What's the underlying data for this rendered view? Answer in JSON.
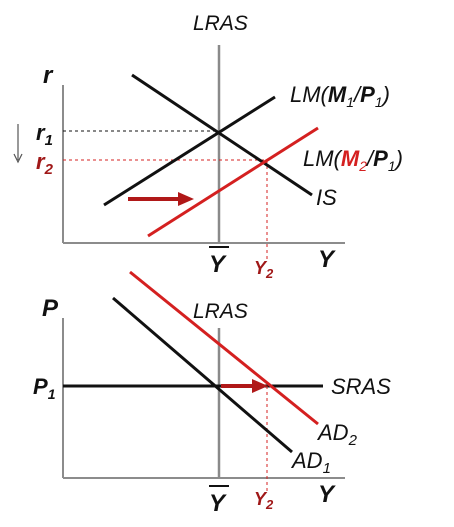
{
  "colors": {
    "black": "#111111",
    "red": "#d42020",
    "darkred": "#a01818",
    "gray": "#8a8a8a",
    "axis": "#8c8c8c"
  },
  "top_panel": {
    "y_axis_label": "r",
    "x_axis_label": "Y",
    "vertical_line_label": "LRAS",
    "curve_is": "IS",
    "curve_lm1": {
      "prefix": "LM(",
      "num": "M",
      "num_sub": "1",
      "slash": "/",
      "den": "P",
      "den_sub": "1",
      "suffix": ")"
    },
    "curve_lm2": {
      "prefix": "LM(",
      "num": "M",
      "num_sub": "2",
      "slash": "/",
      "den": "P",
      "den_sub": "1",
      "suffix": ")"
    },
    "r1": {
      "base": "r",
      "sub": "1"
    },
    "r2": {
      "base": "r",
      "sub": "2"
    },
    "ybar": "Y",
    "y2": {
      "base": "Y",
      "sub": "2"
    }
  },
  "bottom_panel": {
    "y_axis_label": "P",
    "x_axis_label": "Y",
    "vertical_line_label": "LRAS",
    "sras_label": "SRAS",
    "p1": {
      "base": "P",
      "sub": "1"
    },
    "ad1": {
      "base": "AD",
      "sub": "1"
    },
    "ad2": {
      "base": "AD",
      "sub": "2"
    },
    "ybar": "Y",
    "y2": {
      "base": "Y",
      "sub": "2"
    }
  }
}
